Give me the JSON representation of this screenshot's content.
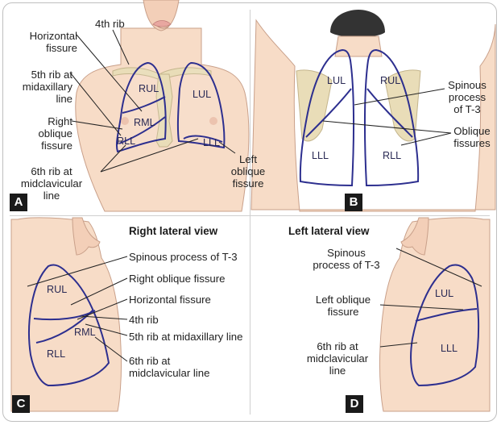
{
  "panel_a": {
    "badge": "A",
    "labels": {
      "fourth_rib": "4th rib",
      "horizontal_fissure": "Horizontal\nfissure",
      "fifth_rib": "5th rib at\nmidaxillary\nline",
      "right_oblique": "Right\noblique\nfissure",
      "sixth_rib": "6th rib at\nmidclavicular\nline",
      "left_oblique": "Left\noblique\nfissure"
    },
    "lobes": {
      "rul": "RUL",
      "lul": "LUL",
      "rml": "RML",
      "rll": "RLL",
      "lll": "LLL"
    }
  },
  "panel_b": {
    "badge": "B",
    "labels": {
      "spinous": "Spinous\nprocess\nof T-3",
      "oblique": "Oblique\nfissures"
    },
    "lobes": {
      "lul": "LUL",
      "rul": "RUL",
      "lll": "LLL",
      "rll": "RLL"
    }
  },
  "panel_c": {
    "badge": "C",
    "title": "Right lateral view",
    "labels": {
      "spinous": "Spinous process of T-3",
      "right_oblique": "Right oblique fissure",
      "horizontal": "Horizontal fissure",
      "fourth_rib": "4th rib",
      "fifth_rib": "5th rib at midaxillary line",
      "sixth_rib": "6th rib at\nmidclavicular line"
    },
    "lobes": {
      "rul": "RUL",
      "rml": "RML",
      "rll": "RLL"
    }
  },
  "panel_d": {
    "badge": "D",
    "title": "Left lateral view",
    "labels": {
      "spinous": "Spinous\nprocess of T-3",
      "left_oblique": "Left oblique\nfissure",
      "sixth_rib": "6th rib at\nmidclavicular\nline"
    },
    "lobes": {
      "lul": "LUL",
      "lll": "LLL"
    }
  },
  "colors": {
    "skin": "#f7dcc7",
    "skin_edge": "#c9a08a",
    "lung_outline": "#2d2f8f",
    "bone": "#e9ddb8",
    "hair": "#333333"
  }
}
